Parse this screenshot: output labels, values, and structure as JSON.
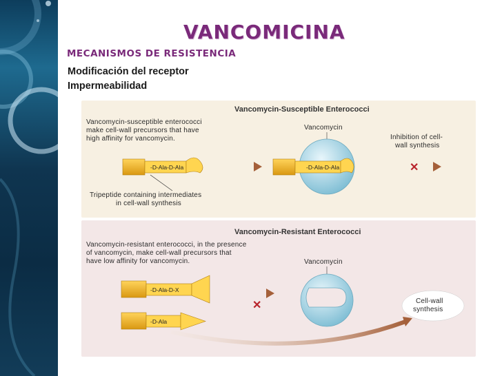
{
  "slide": {
    "title": "VANCOMICINA",
    "subtitle": "MECANISMOS DE RESISTENCIA",
    "bullets": [
      "Modificación del  receptor",
      "Impermeabilidad"
    ]
  },
  "diagram": {
    "panel1": {
      "header": "Vancomycin-Susceptible Enterococci",
      "intro": [
        "Vancomycin-susceptible enterococci",
        "make cell-wall precursors that have",
        "high affinity for vancomycin."
      ],
      "precursor_label": "-D-Ala-D-Ala",
      "vanco_label": "Vancomycin",
      "bound_label": "-D-Ala-D-Ala",
      "outcome": [
        "Inhibition of cell-",
        "wall synthesis"
      ],
      "tripeptide": [
        "Tripeptide containing intermediates",
        "in cell-wall synthesis"
      ]
    },
    "panel2": {
      "header": "Vancomycin-Resistant Enterococci",
      "intro": [
        "Vancomycin-resistant enterococci, in the presence",
        "of vancomycin, make cell-wall precursors that",
        "have low affinity for vancomycin."
      ],
      "precursor1_label": "-D-Ala-D-X",
      "precursor2_label": "-D-Ala",
      "vanco_label": "Vancomycin",
      "outcome": [
        "Cell-wall",
        "synthesis"
      ]
    },
    "colors": {
      "panel1_bg": "#f7f0e2",
      "panel2_bg": "#f3e7e7",
      "precursor": "#f0b520",
      "vanco": "#a9d6e6",
      "arrow": "#b2733f",
      "x_mark": "#b8232b"
    }
  }
}
